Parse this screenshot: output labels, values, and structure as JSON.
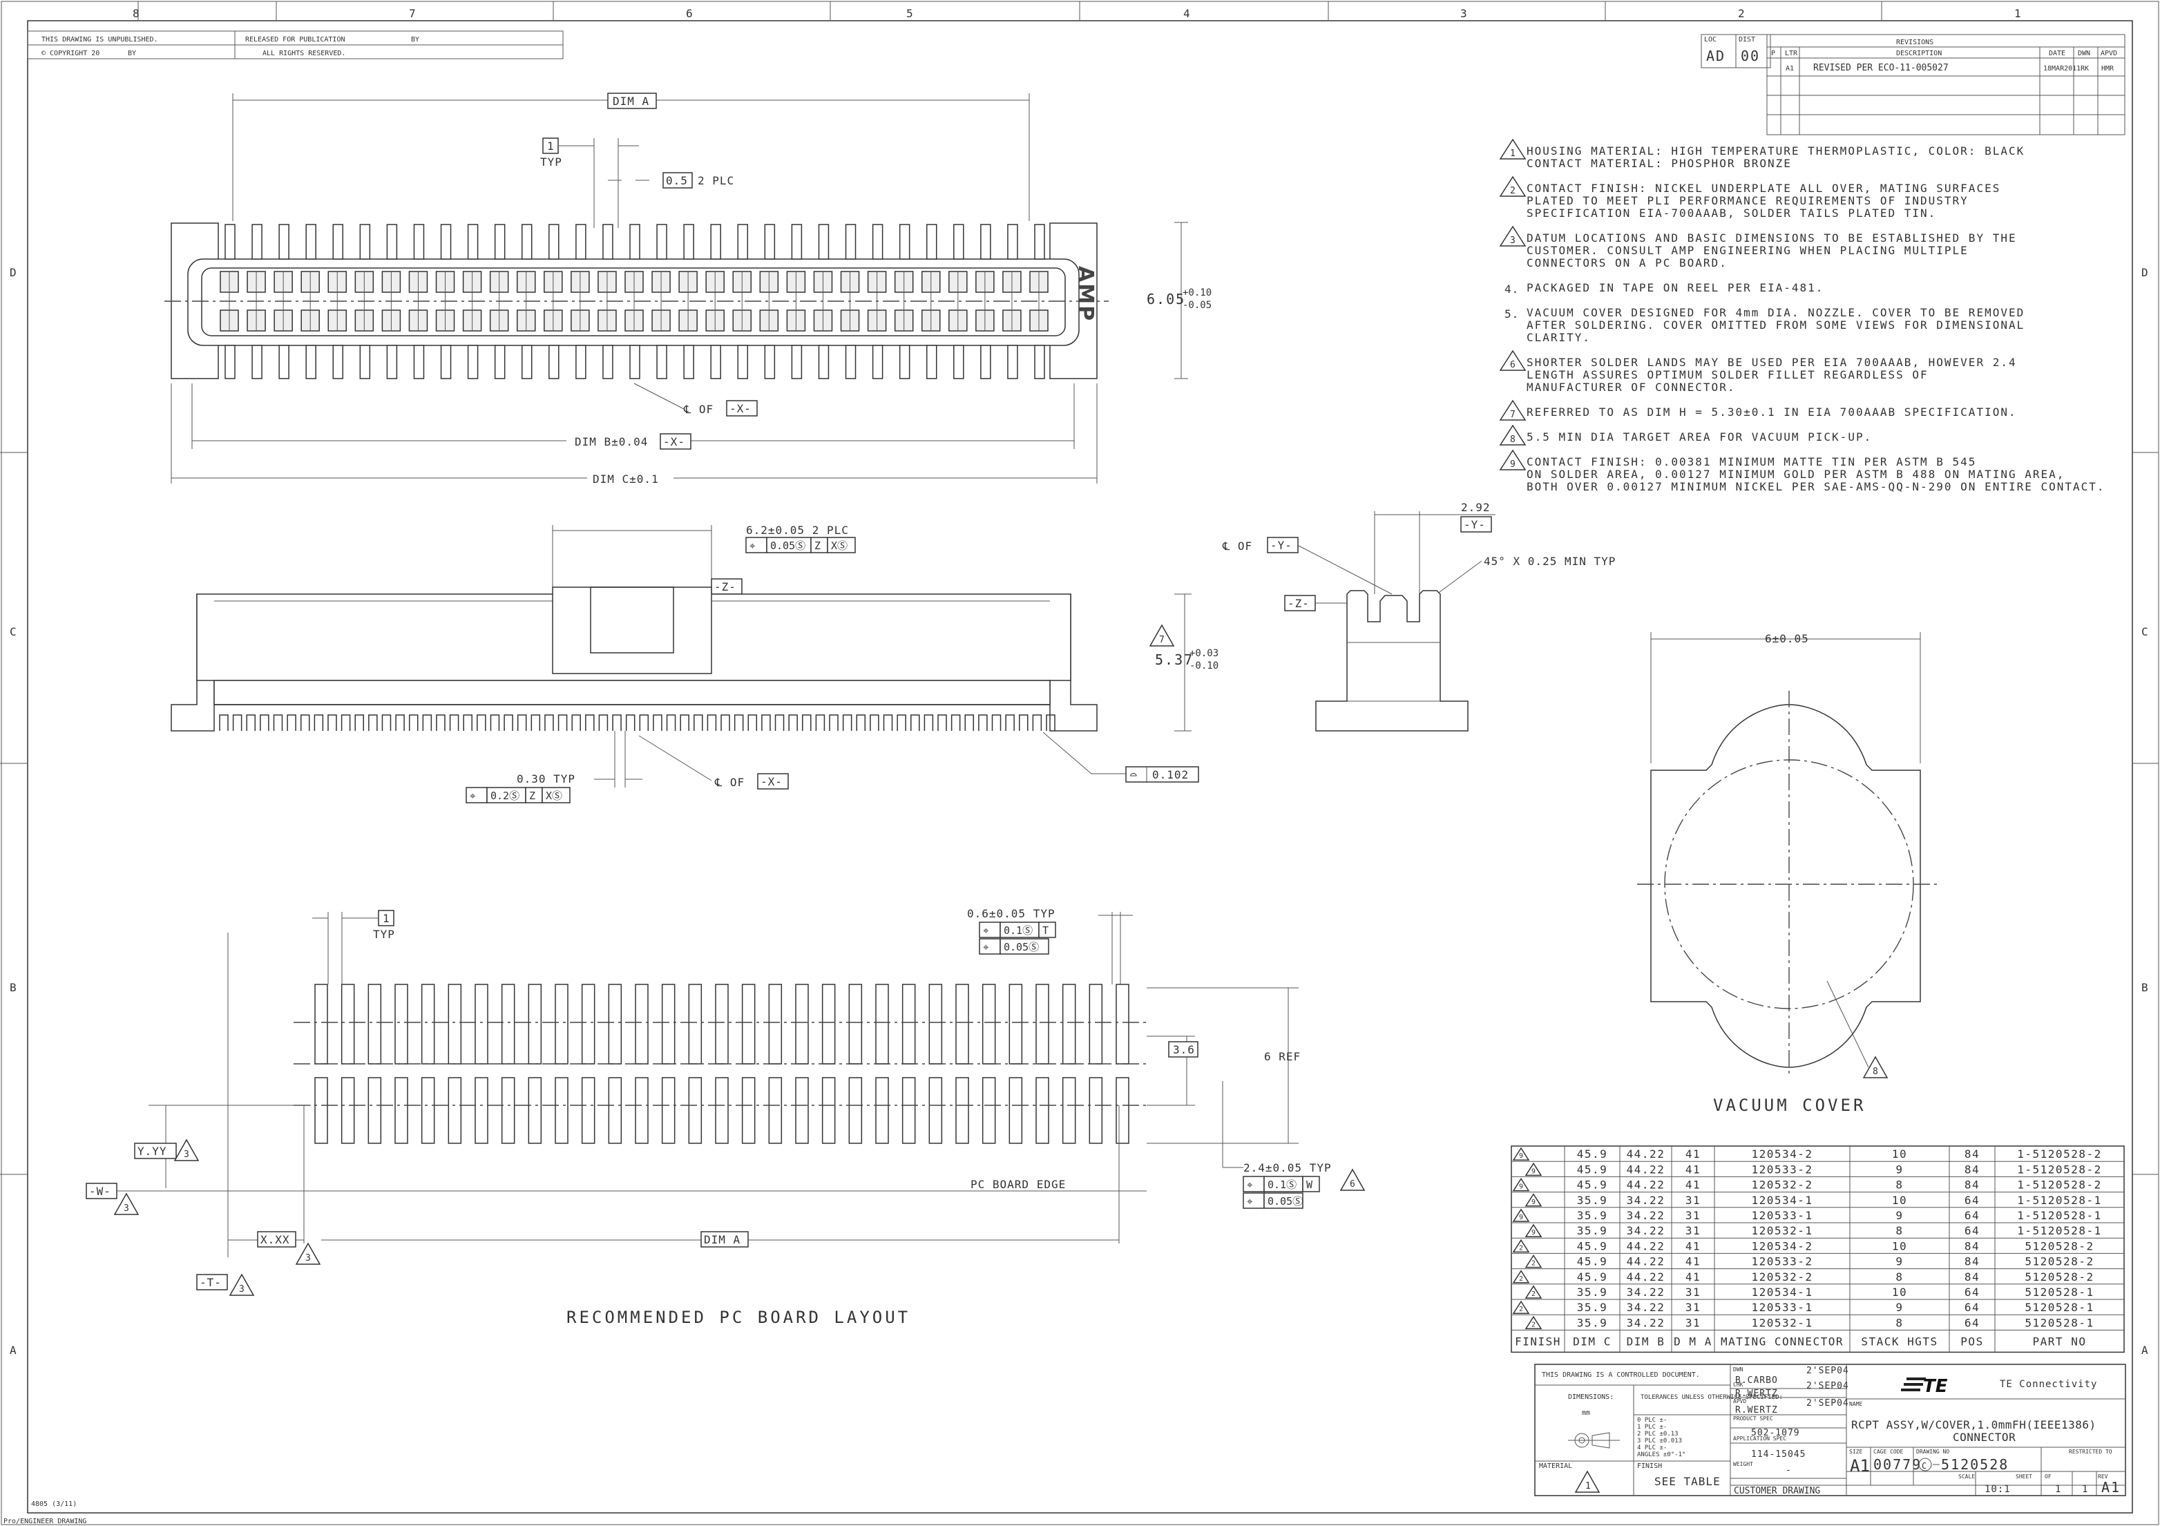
{
  "border": {
    "columns": [
      "8",
      "7",
      "6",
      "5",
      "4",
      "3",
      "2",
      "1"
    ],
    "rows": [
      "D",
      "C",
      "B",
      "A"
    ]
  },
  "title_strip": {
    "unpublished": "THIS DRAWING IS UNPUBLISHED.",
    "released": "RELEASED FOR PUBLICATION",
    "released_by": "BY",
    "copyright": "© COPYRIGHT 20",
    "copyright_by": "BY",
    "rights": "ALL RIGHTS RESERVED."
  },
  "revisions": {
    "loc_label": "LOC",
    "dist_label": "DIST",
    "loc": "AD",
    "dist": "00",
    "title": "REVISIONS",
    "headers": [
      "P",
      "LTR",
      "DESCRIPTION",
      "DATE",
      "DWN",
      "APVD"
    ],
    "row": [
      "",
      "A1",
      "REVISED PER ECO-11-005027",
      "18MAR2011",
      "RK",
      "HMR"
    ]
  },
  "notes": [
    {
      "num": "1",
      "tri": true,
      "lines": [
        "HOUSING MATERIAL: HIGH TEMPERATURE THERMOPLASTIC, COLOR: BLACK",
        "CONTACT MATERIAL: PHOSPHOR BRONZE"
      ]
    },
    {
      "num": "2",
      "tri": true,
      "lines": [
        "CONTACT FINISH: NICKEL UNDERPLATE ALL OVER, MATING SURFACES",
        "PLATED TO MEET PLI PERFORMANCE REQUIREMENTS OF INDUSTRY",
        "SPECIFICATION EIA-700AAAB, SOLDER TAILS PLATED TIN."
      ]
    },
    {
      "num": "3",
      "tri": true,
      "lines": [
        "DATUM LOCATIONS AND BASIC DIMENSIONS TO BE ESTABLISHED BY THE",
        "CUSTOMER. CONSULT AMP ENGINEERING WHEN PLACING MULTIPLE",
        "CONNECTORS ON A PC BOARD."
      ]
    },
    {
      "num": "4.",
      "tri": false,
      "lines": [
        "PACKAGED IN TAPE ON REEL PER EIA-481."
      ]
    },
    {
      "num": "5.",
      "tri": false,
      "lines": [
        "VACUUM COVER DESIGNED FOR 4mm DIA. NOZZLE. COVER TO BE REMOVED",
        "AFTER SOLDERING. COVER OMITTED FROM SOME VIEWS FOR DIMENSIONAL",
        "CLARITY."
      ]
    },
    {
      "num": "6",
      "tri": true,
      "lines": [
        "SHORTER SOLDER LANDS MAY BE USED PER EIA 700AAAB, HOWEVER 2.4",
        "LENGTH ASSURES OPTIMUM SOLDER FILLET REGARDLESS OF",
        "MANUFACTURER OF CONNECTOR."
      ]
    },
    {
      "num": "7",
      "tri": true,
      "lines": [
        "REFERRED TO AS DIM H = 5.30±0.1 IN EIA 700AAAB SPECIFICATION."
      ]
    },
    {
      "num": "8",
      "tri": true,
      "lines": [
        "5.5 MIN DIA TARGET AREA FOR VACUUM PICK-UP."
      ]
    },
    {
      "num": "9",
      "tri": true,
      "lines": [
        "CONTACT FINISH: 0.00381 MINIMUM MATTE TIN PER ASTM B 545",
        "ON SOLDER AREA, 0.00127 MINIMUM GOLD PER ASTM B 488 ON MATING AREA,",
        "BOTH OVER 0.00127 MINIMUM NICKEL PER SAE-AMS-QQ-N-290 ON ENTIRE CONTACT."
      ]
    }
  ],
  "top_view": {
    "dim_a": "DIM A",
    "typ_box": "1",
    "typ": "TYP",
    "plc_val": "0.5",
    "plc_txt": "2 PLC",
    "height_main": "6.05",
    "height_tol_plus": "+0.10",
    "height_tol_minus": "-0.05",
    "cl_of": "℄ OF",
    "datum_x": "-X-",
    "dim_b": "DIM B±0.04",
    "dim_c": "DIM C±0.1",
    "logo": "AMP"
  },
  "side_view": {
    "pitch": "6.2±0.05 2 PLC",
    "fcf1": [
      "⌖",
      "0.05Ⓢ",
      "Z",
      "XⓈ"
    ],
    "datum_z": "-Z-",
    "height_main": "5.37",
    "height_tol_plus": "+0.03",
    "height_tol_minus": "-0.10",
    "note_ref": "7",
    "typ030": "0.30 TYP",
    "fcf2": [
      "⌖",
      "0.2Ⓢ",
      "Z",
      "XⓈ"
    ],
    "cl_of": "℄ OF",
    "datum_x": "-X-",
    "profile": [
      "⌓",
      "0.102"
    ]
  },
  "end_view": {
    "dim": "2.92",
    "datum_y": "-Y-",
    "cl_of": "℄ OF",
    "chamfer": "45° X 0.25 MIN TYP",
    "datum_z": "-Z-"
  },
  "vacuum_cover": {
    "dim": "6±0.05",
    "note_ref": "8",
    "label": "VACUUM COVER"
  },
  "pcb_layout": {
    "typ_box": "1",
    "typ": "TYP",
    "pitch": "0.6±0.05 TYP",
    "fcf1": [
      "⌖",
      "0.1Ⓢ",
      "T"
    ],
    "fcf2": [
      "⌖",
      "0.05Ⓢ"
    ],
    "dim36": "3.6",
    "ref6": "6 REF",
    "yyy": "Y.YY",
    "datum_w": "-W-",
    "pad_len": "2.4±0.05 TYP",
    "fcf3": [
      "⌖",
      "0.1Ⓢ",
      "W"
    ],
    "fcf4": [
      "⌖",
      "0.05Ⓢ"
    ],
    "note6": "6",
    "edge": "PC BOARD EDGE",
    "xxx": "X.XX",
    "dim_a": "DIM A",
    "datum_t": "-T-",
    "note3": "3",
    "label": "RECOMMENDED PC BOARD LAYOUT"
  },
  "parts_table": {
    "headers": [
      "FINISH",
      "DIM C",
      "DIM B",
      "D M A",
      "MATING CONNECTOR",
      "STACK HGTS",
      "POS",
      "PART NO"
    ],
    "rows": [
      {
        "finish": "9",
        "cols": [
          "45.9",
          "44.22",
          "41",
          "120534-2",
          "10",
          "84",
          "1-5120528-2"
        ]
      },
      {
        "finish": "9",
        "cols": [
          "45.9",
          "44.22",
          "41",
          "120533-2",
          "9",
          "84",
          "1-5120528-2"
        ]
      },
      {
        "finish": "9",
        "cols": [
          "45.9",
          "44.22",
          "41",
          "120532-2",
          "8",
          "84",
          "1-5120528-2"
        ]
      },
      {
        "finish": "9",
        "cols": [
          "35.9",
          "34.22",
          "31",
          "120534-1",
          "10",
          "64",
          "1-5120528-1"
        ]
      },
      {
        "finish": "9",
        "cols": [
          "35.9",
          "34.22",
          "31",
          "120533-1",
          "9",
          "64",
          "1-5120528-1"
        ]
      },
      {
        "finish": "9",
        "cols": [
          "35.9",
          "34.22",
          "31",
          "120532-1",
          "8",
          "64",
          "1-5120528-1"
        ]
      },
      {
        "finish": "2",
        "cols": [
          "45.9",
          "44.22",
          "41",
          "120534-2",
          "10",
          "84",
          "5120528-2"
        ]
      },
      {
        "finish": "2",
        "cols": [
          "45.9",
          "44.22",
          "41",
          "120533-2",
          "9",
          "84",
          "5120528-2"
        ]
      },
      {
        "finish": "2",
        "cols": [
          "45.9",
          "44.22",
          "41",
          "120532-2",
          "8",
          "84",
          "5120528-2"
        ]
      },
      {
        "finish": "2",
        "cols": [
          "35.9",
          "34.22",
          "31",
          "120534-1",
          "10",
          "64",
          "5120528-1"
        ]
      },
      {
        "finish": "2",
        "cols": [
          "35.9",
          "34.22",
          "31",
          "120533-1",
          "9",
          "64",
          "5120528-1"
        ]
      },
      {
        "finish": "2",
        "cols": [
          "35.9",
          "34.22",
          "31",
          "120532-1",
          "8",
          "64",
          "5120528-1"
        ]
      }
    ]
  },
  "title_block": {
    "controlled": "THIS DRAWING IS A CONTROLLED DOCUMENT.",
    "dimensions": "DIMENSIONS:",
    "mm": "mm",
    "tolerances": "TOLERANCES UNLESS OTHERWISE SPECIFIED:",
    "tol_rows": [
      "0 PLC  ±-",
      "1 PLC  ±-",
      "2 PLC  ±0.13",
      "3 PLC  ±0.013",
      "4 PLC  ±-",
      "ANGLES  ±0°-1°"
    ],
    "material": "MATERIAL",
    "material_note": "1",
    "finish": "FINISH",
    "finish_val": "SEE TABLE",
    "dwn_label": "DWN",
    "dwn": "B.CARBO",
    "dwn_date": "2'SEP04",
    "chk_label": "CHK",
    "chk": "R.WERTZ",
    "chk_date": "2'SEP04",
    "apvd_label": "APVD",
    "apvd": "R.WERTZ",
    "apvd_date": "2'SEP04",
    "prod_spec_label": "PRODUCT SPEC",
    "prod_spec": "502-1079",
    "app_spec_label": "APPLICATION SPEC",
    "app_spec": "114-15045",
    "weight_label": "WEIGHT",
    "weight": "-",
    "customer": "CUSTOMER DRAWING",
    "company": "TE Connectivity",
    "logo": "TE",
    "name_label": "NAME",
    "name1": "RCPT ASSY,W/COVER,1.0mmFH(IEEE1386)",
    "name2": "CONNECTOR",
    "size_label": "SIZE",
    "size": "A1",
    "cage_label": "CAGE CODE",
    "cage": "00779",
    "dwg_label": "DRAWING NO",
    "dwg_c": "C",
    "dwg_no": "5120528",
    "restricted": "RESTRICTED TO",
    "scale_label": "SCALE",
    "scale": "10:1",
    "sheet_label": "SHEET",
    "sheet": "1",
    "of_label": "OF",
    "of": "1",
    "rev_label": "REV",
    "rev": "A1"
  },
  "footer": {
    "form": "4805 (3/11)",
    "engine": "Pro/ENGINEER DRAWING"
  }
}
